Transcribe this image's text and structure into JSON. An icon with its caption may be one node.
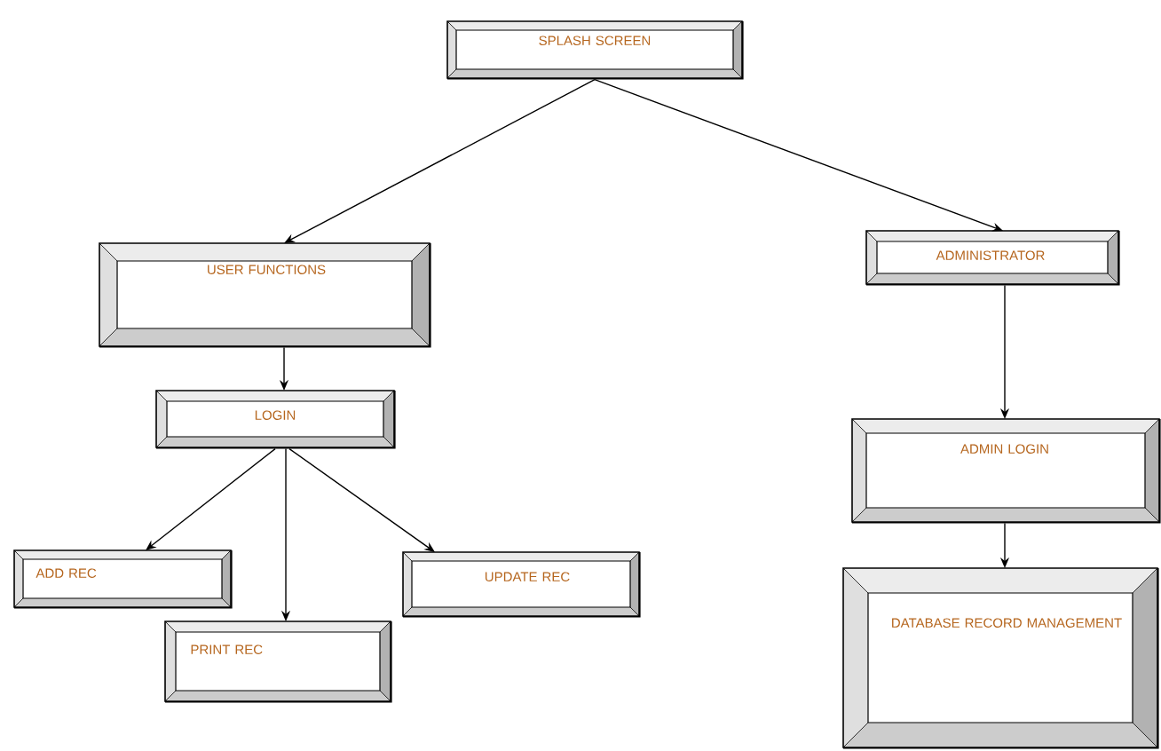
{
  "diagram": {
    "nodes": [
      {
        "text": [
          "SPLASH SCREEN"
        ]
      },
      {
        "text": [
          "USER FUNCTIONS"
        ]
      },
      {
        "text": [
          "ADMINISTRATOR"
        ]
      },
      {
        "text": [
          "LOGIN"
        ]
      },
      {
        "text": [
          "ADMIN LOGIN"
        ]
      },
      {
        "text": [
          "ADD REC"
        ]
      },
      {
        "text": [
          "UPDATE REC"
        ]
      },
      {
        "text": [
          "PRINT REC"
        ]
      },
      {
        "text": [
          "DATABASE RECORD MANAGEMENT"
        ]
      }
    ],
    "edges": [
      {
        "from": 0,
        "to": 1,
        "arrow": "to"
      },
      {
        "from": 0,
        "to": 2,
        "arrow": "to"
      },
      {
        "from": 1,
        "to": 3,
        "arrow": "to"
      },
      {
        "from": 2,
        "to": 4,
        "arrow": "to"
      },
      {
        "from": 3,
        "to": 5,
        "arrow": "to"
      },
      {
        "from": 3,
        "to": 7,
        "arrow": "to"
      },
      {
        "from": 3,
        "to": 6,
        "arrow": "to"
      },
      {
        "from": 4,
        "to": 8,
        "arrow": "to"
      }
    ]
  }
}
